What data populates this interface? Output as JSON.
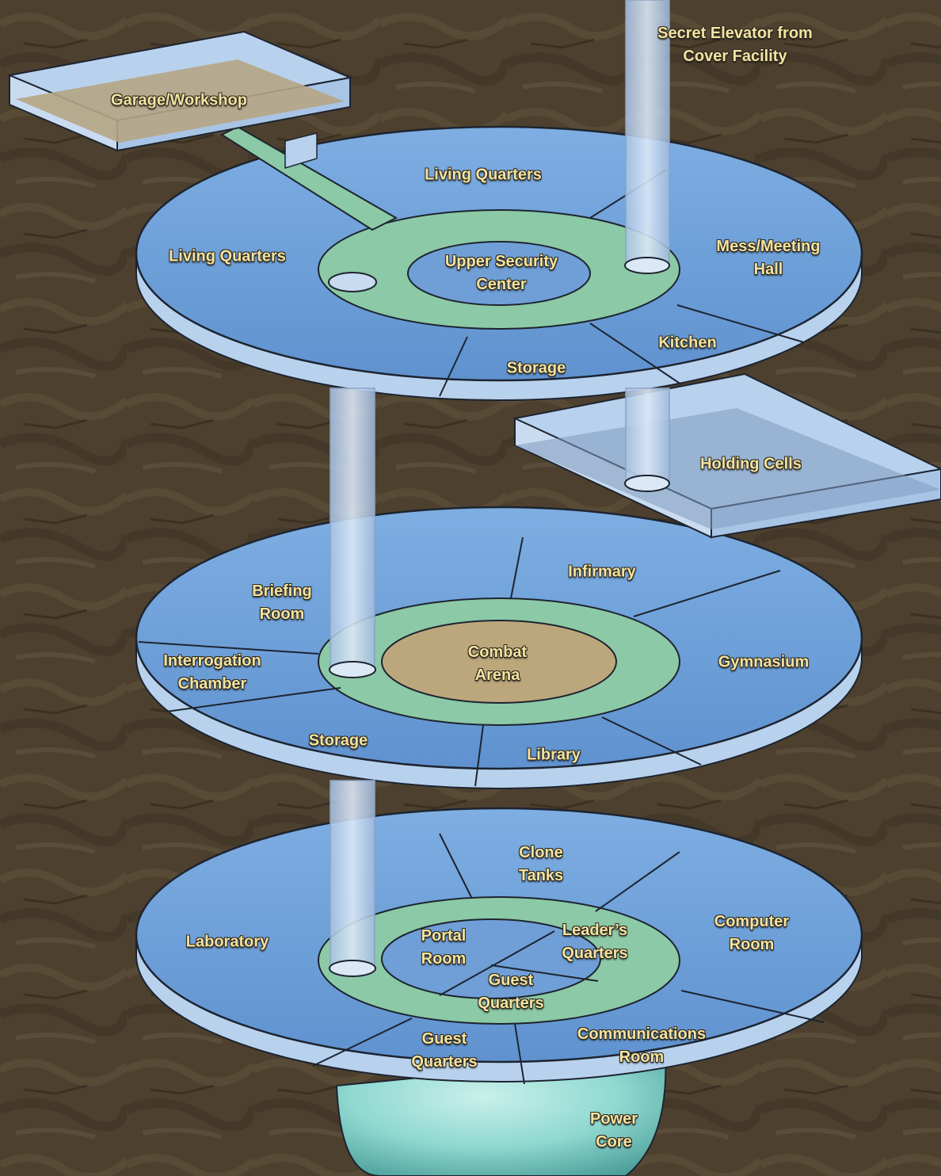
{
  "rooms": {
    "secret_elevator": [
      "Secret Elevator from",
      "Cover Facility"
    ],
    "garage_workshop": [
      "Garage/Workshop"
    ],
    "living_quarters_top": [
      "Living Quarters"
    ],
    "living_quarters_left": [
      "Living Quarters"
    ],
    "upper_security_center": [
      "Upper Security",
      "Center"
    ],
    "mess_meeting_hall": [
      "Mess/Meeting",
      "Hall"
    ],
    "kitchen": [
      "Kitchen"
    ],
    "storage_upper": [
      "Storage"
    ],
    "holding_cells": [
      "Holding Cells"
    ],
    "infirmary": [
      "Infirmary"
    ],
    "briefing_room": [
      "Briefing",
      "Room"
    ],
    "combat_arena": [
      "Combat",
      "Arena"
    ],
    "gymnasium": [
      "Gymnasium"
    ],
    "interrogation_chamber": [
      "Interrogation",
      "Chamber"
    ],
    "storage_middle": [
      "Storage"
    ],
    "library": [
      "Library"
    ],
    "clone_tanks": [
      "Clone",
      "Tanks"
    ],
    "laboratory": [
      "Laboratory"
    ],
    "portal_room": [
      "Portal",
      "Room"
    ],
    "leaders_quarters": [
      "Leader’s",
      "Quarters"
    ],
    "computer_room": [
      "Computer",
      "Room"
    ],
    "guest_quarters_inner": [
      "Guest",
      "Quarters"
    ],
    "guest_quarters_outer": [
      "Guest",
      "Quarters"
    ],
    "communications_room": [
      "Communications",
      "Room"
    ],
    "power_core": [
      "Power",
      "Core"
    ]
  },
  "colors": {
    "rock": "#4a3d2c",
    "floor_blue": "#6f9fd6",
    "rim_blue": "#b8d2ee",
    "corridor_green": "#8cc9a6",
    "arena_tan": "#bca77c",
    "garage_tan": "#b5a584",
    "label_yellow": "#f3e2a0",
    "outline": "#1d2430",
    "power_core": "#8fd8d0"
  }
}
